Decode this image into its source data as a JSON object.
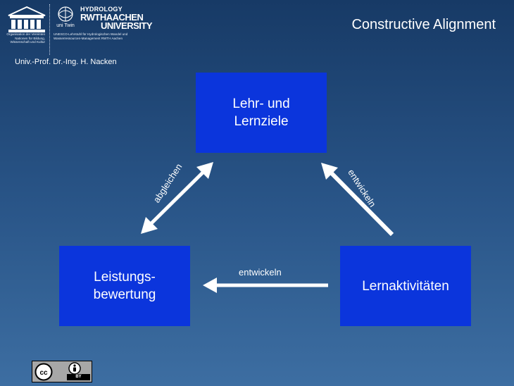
{
  "header": {
    "title": "Constructive Alignment",
    "professor": "Univ.-Prof.  Dr.-Ing.  H. Nacken",
    "unesco_org_text": "Organisation der Vereinten Nationen für Bildung, Wissenschaft und Kultur",
    "unitwin_text": "uni Twin",
    "hydrology_text": "HYDROLOGY",
    "rwth_line1": "RWTHAACHEN",
    "rwth_line2": "UNIVERSITY",
    "chair_text": "UNESCO-Lehrstuhl für Hydrologischen Wandel und Wasserressourcen-Management RWTH Aachen"
  },
  "diagram": {
    "boxes": {
      "goals": "Lehr- und\nLernziele",
      "assessment": "Leistungs-\nbewertung",
      "activities": "Lernaktivitäten"
    },
    "edges": {
      "assessment_goals": "abgleichen",
      "activities_goals": "entwickeln",
      "activities_assessment": "entwickeln"
    },
    "colors": {
      "box": "#0b35dc",
      "arrow": "#ffffff"
    }
  },
  "footer": {
    "license_label": "BY",
    "license_icons": [
      "cc-icon",
      "attribution-icon"
    ]
  }
}
